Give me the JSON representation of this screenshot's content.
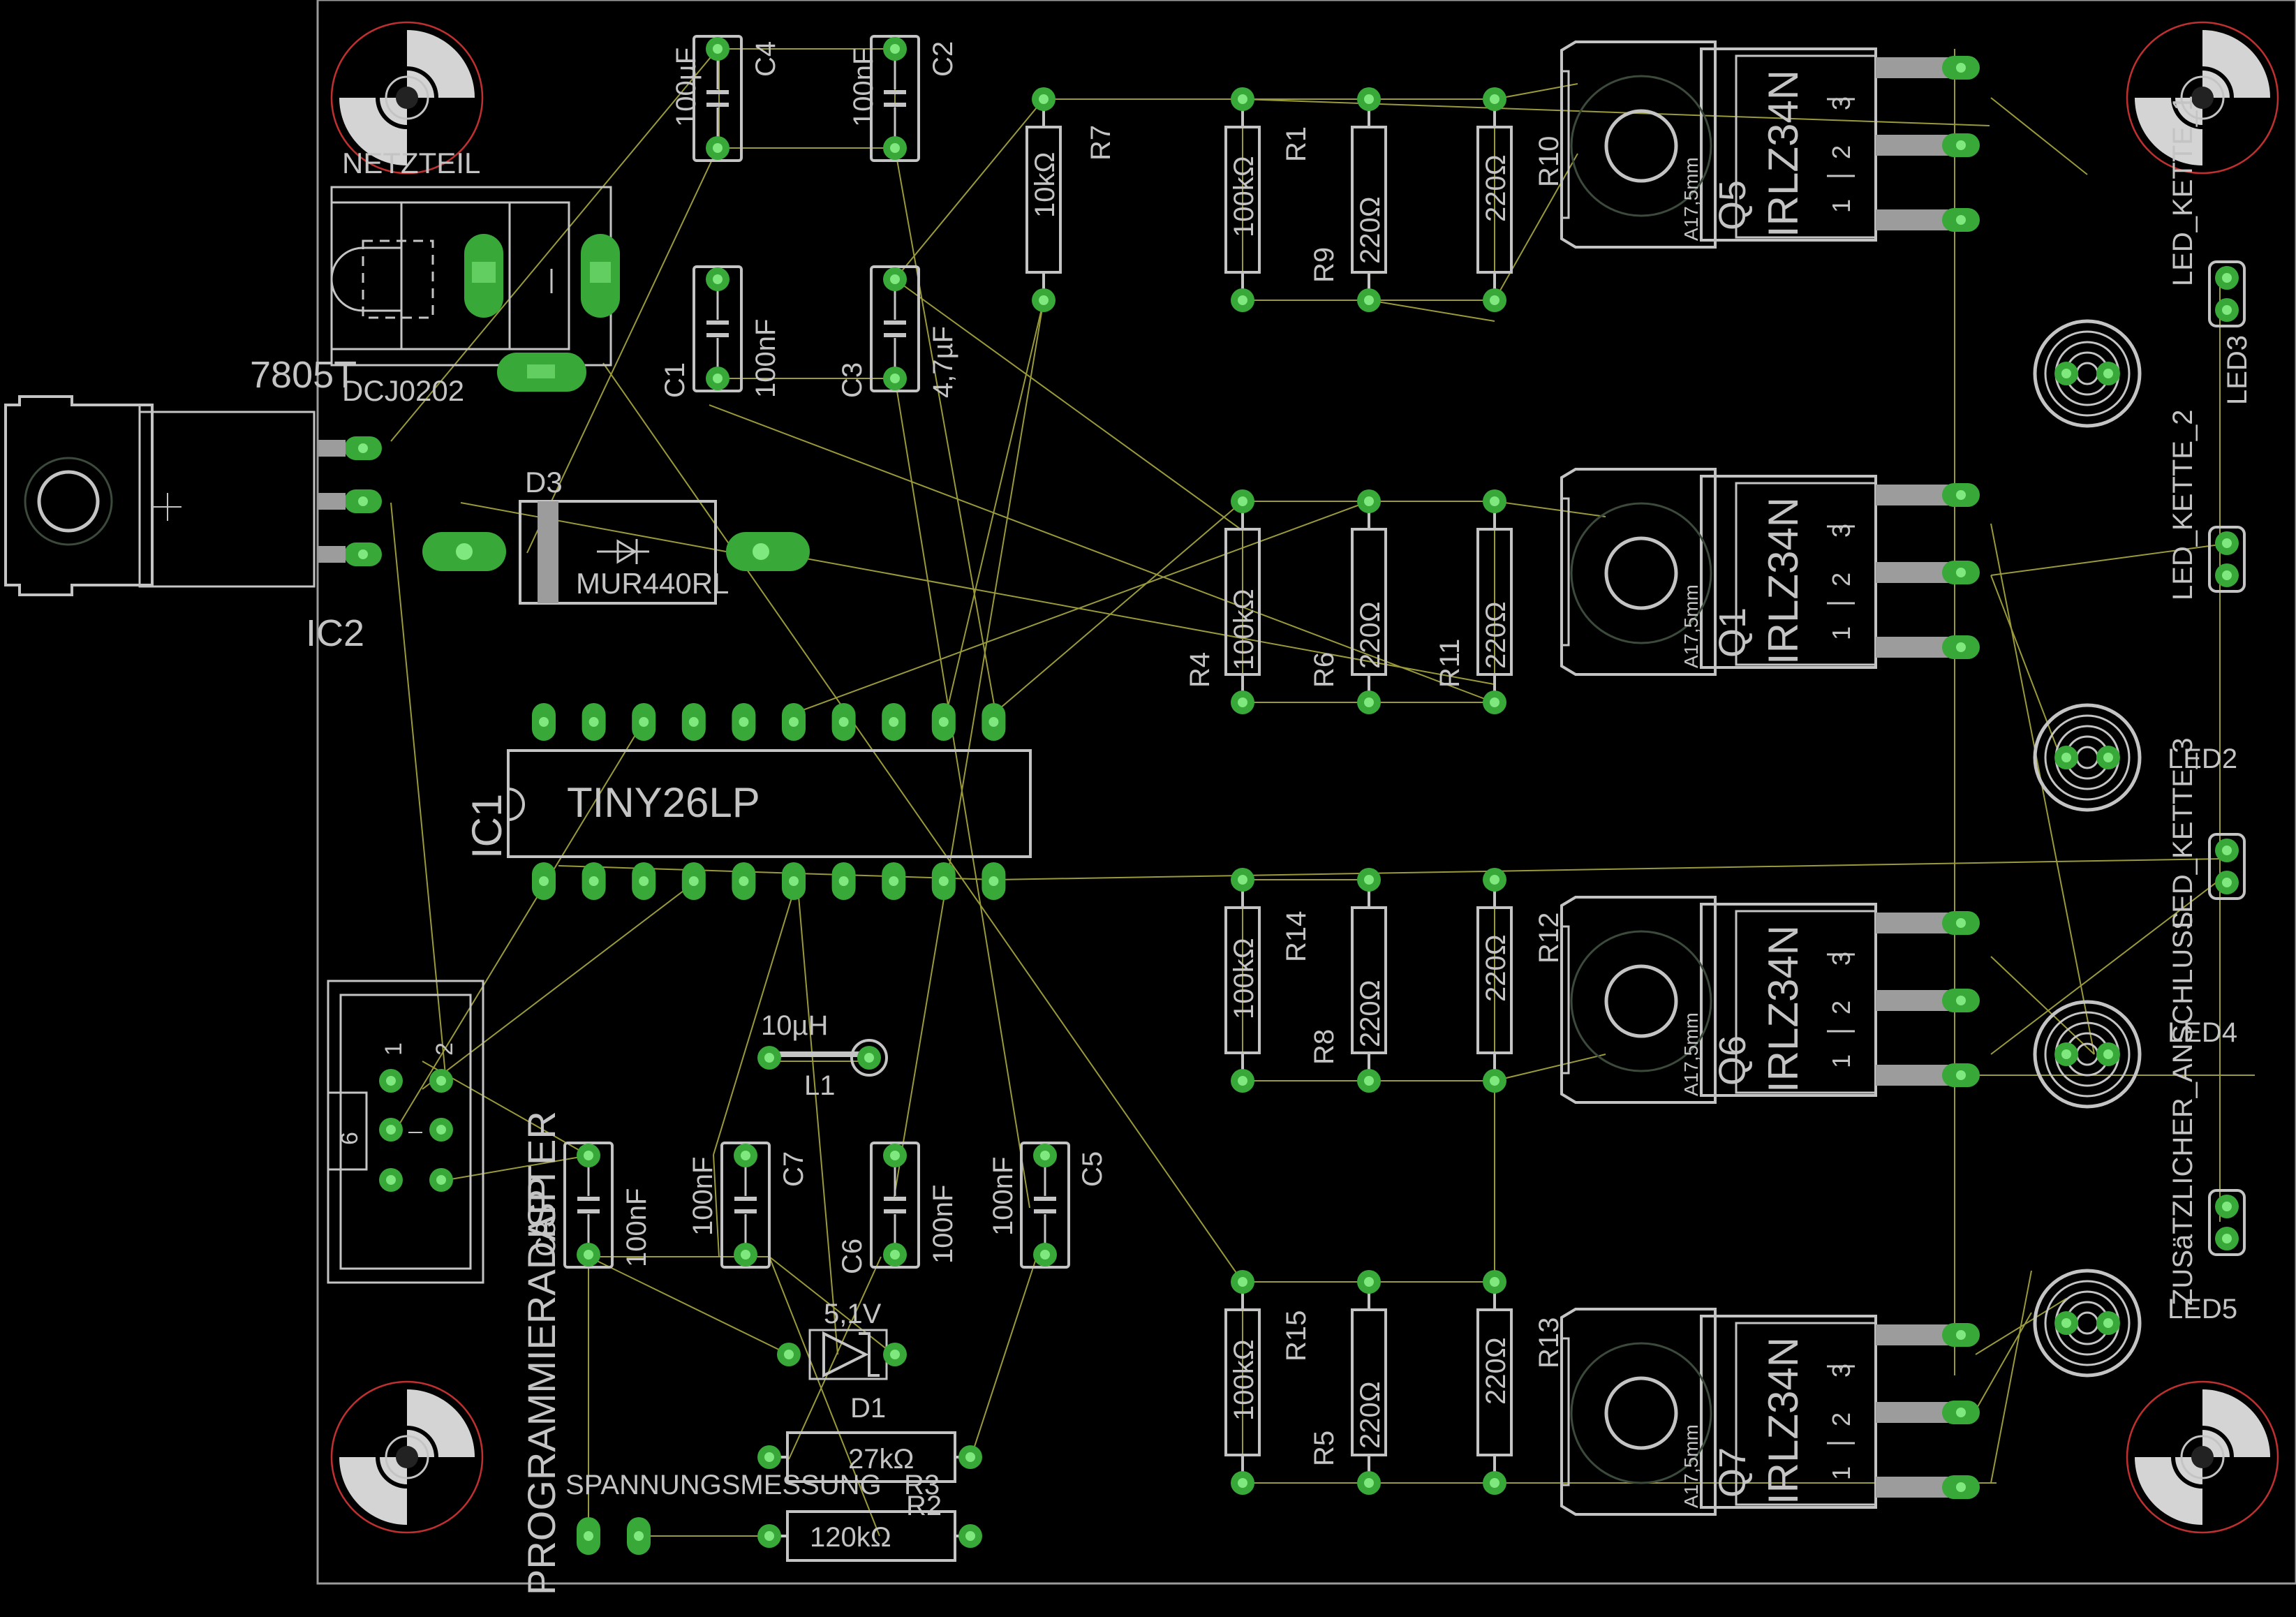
{
  "colors": {
    "background": "#000000",
    "silkscreen": "#c4c4c4",
    "pad": "#38a838",
    "pad_hole": "#7fe87f",
    "ratsnest": "#9a9a3a",
    "keepout": "#c03030",
    "board_outline": "#9a9a9a"
  },
  "labels": {
    "c4_name": "C4",
    "c4_value": "100µF",
    "c2_name": "C2",
    "c2_value": "100nF",
    "c1_name": "C1",
    "c1_value": "100nF",
    "c3_name": "C3",
    "c3_value": "4,7µF",
    "netzteil": "NETZTEIL",
    "dcj": "DCJ0202",
    "ic2_value": "7805T",
    "ic2_name": "IC2",
    "d3_name": "D3",
    "d3_value": "MUR440RL",
    "r7_name": "R7",
    "r7_value": "10kΩ",
    "r1_name": "R1",
    "r1_value": "100kΩ",
    "r9_name": "R9",
    "r9_value": "220Ω",
    "r10_name": "R10",
    "r10_value": "220Ω",
    "r4_name": "R4",
    "r4_value": "100kΩ",
    "r6_name": "R6",
    "r6_value": "220Ω",
    "r11_name": "R11",
    "r11_value": "220Ω",
    "r14_name": "R14",
    "r14_value": "100kΩ",
    "r8_name": "R8",
    "r8_value": "220Ω",
    "r12_name": "R12",
    "r12_value": "220Ω",
    "r15_name": "R15",
    "r15_value": "100kΩ",
    "r5_name": "R5",
    "r5_value": "220Ω",
    "r13_name": "R13",
    "r13_value": "220Ω",
    "ic1_name": "IC1",
    "ic1_value": "TINY26LP",
    "l1_name": "L1",
    "l1_value": "10µH",
    "c8_name": "C8",
    "c8_value": "100nF",
    "c7_name": "C7",
    "c7_value": "100nF",
    "c6_name": "C6",
    "c6_value": "100nF",
    "c5_name": "C5",
    "c5_value": "100nF",
    "d1_name": "D1",
    "d1_value": "5,1V",
    "r3_value": "27kΩ",
    "r3_name": "R3",
    "r2_value": "120kΩ",
    "r2_name": "R2",
    "prog": "PROGRAMMIERADAPTER",
    "isp": "ISP",
    "hdr_pin1": "1",
    "hdr_pin2": "2",
    "hdr_pin6": "6",
    "spannung": "SPANNUNGSMESSUNG",
    "heatsink": "A17,5mm",
    "q_value": "IRLZ34N",
    "q5": "Q5",
    "q1": "Q1",
    "q6": "Q6",
    "q7": "Q7",
    "pin1": "1",
    "pin2": "2",
    "pin3": "3",
    "led3": "LED3",
    "led2": "LED2",
    "led4": "LED4",
    "led5": "LED5",
    "kette1": "LED_KETTE_1",
    "kette2": "LED_KETTE_2",
    "kette3": "LED_KETTE_3",
    "zusatz": "ZUSäTZLICHER_ANSCHLUSS"
  }
}
